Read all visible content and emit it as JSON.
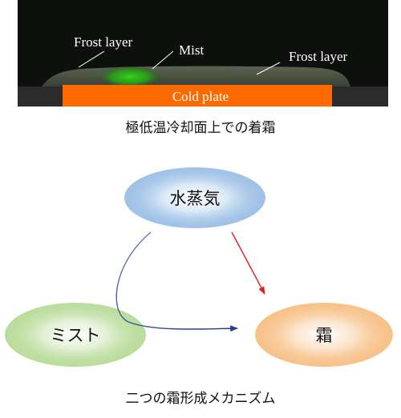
{
  "photo": {
    "labels": {
      "frost_left": "Frost layer",
      "mist": "Mist",
      "frost_right": "Frost layer",
      "cold_plate": "Cold plate"
    },
    "colors": {
      "background": "#101210",
      "cold_plate": "#ff6a00",
      "mist": "#2ec41c"
    }
  },
  "captions": {
    "top": "極低温冷却面上での着霜",
    "bottom": "二つの霜形成メカニズム"
  },
  "diagram": {
    "nodes": {
      "vapor": "水蒸気",
      "mist": "ミスト",
      "frost": "霜"
    },
    "colors": {
      "vapor": "#4a90d9",
      "mist": "#7cc04a",
      "frost": "#f39a3a",
      "arrow_red": "#e02020",
      "arrow_blue": "#2a3a8a"
    }
  }
}
